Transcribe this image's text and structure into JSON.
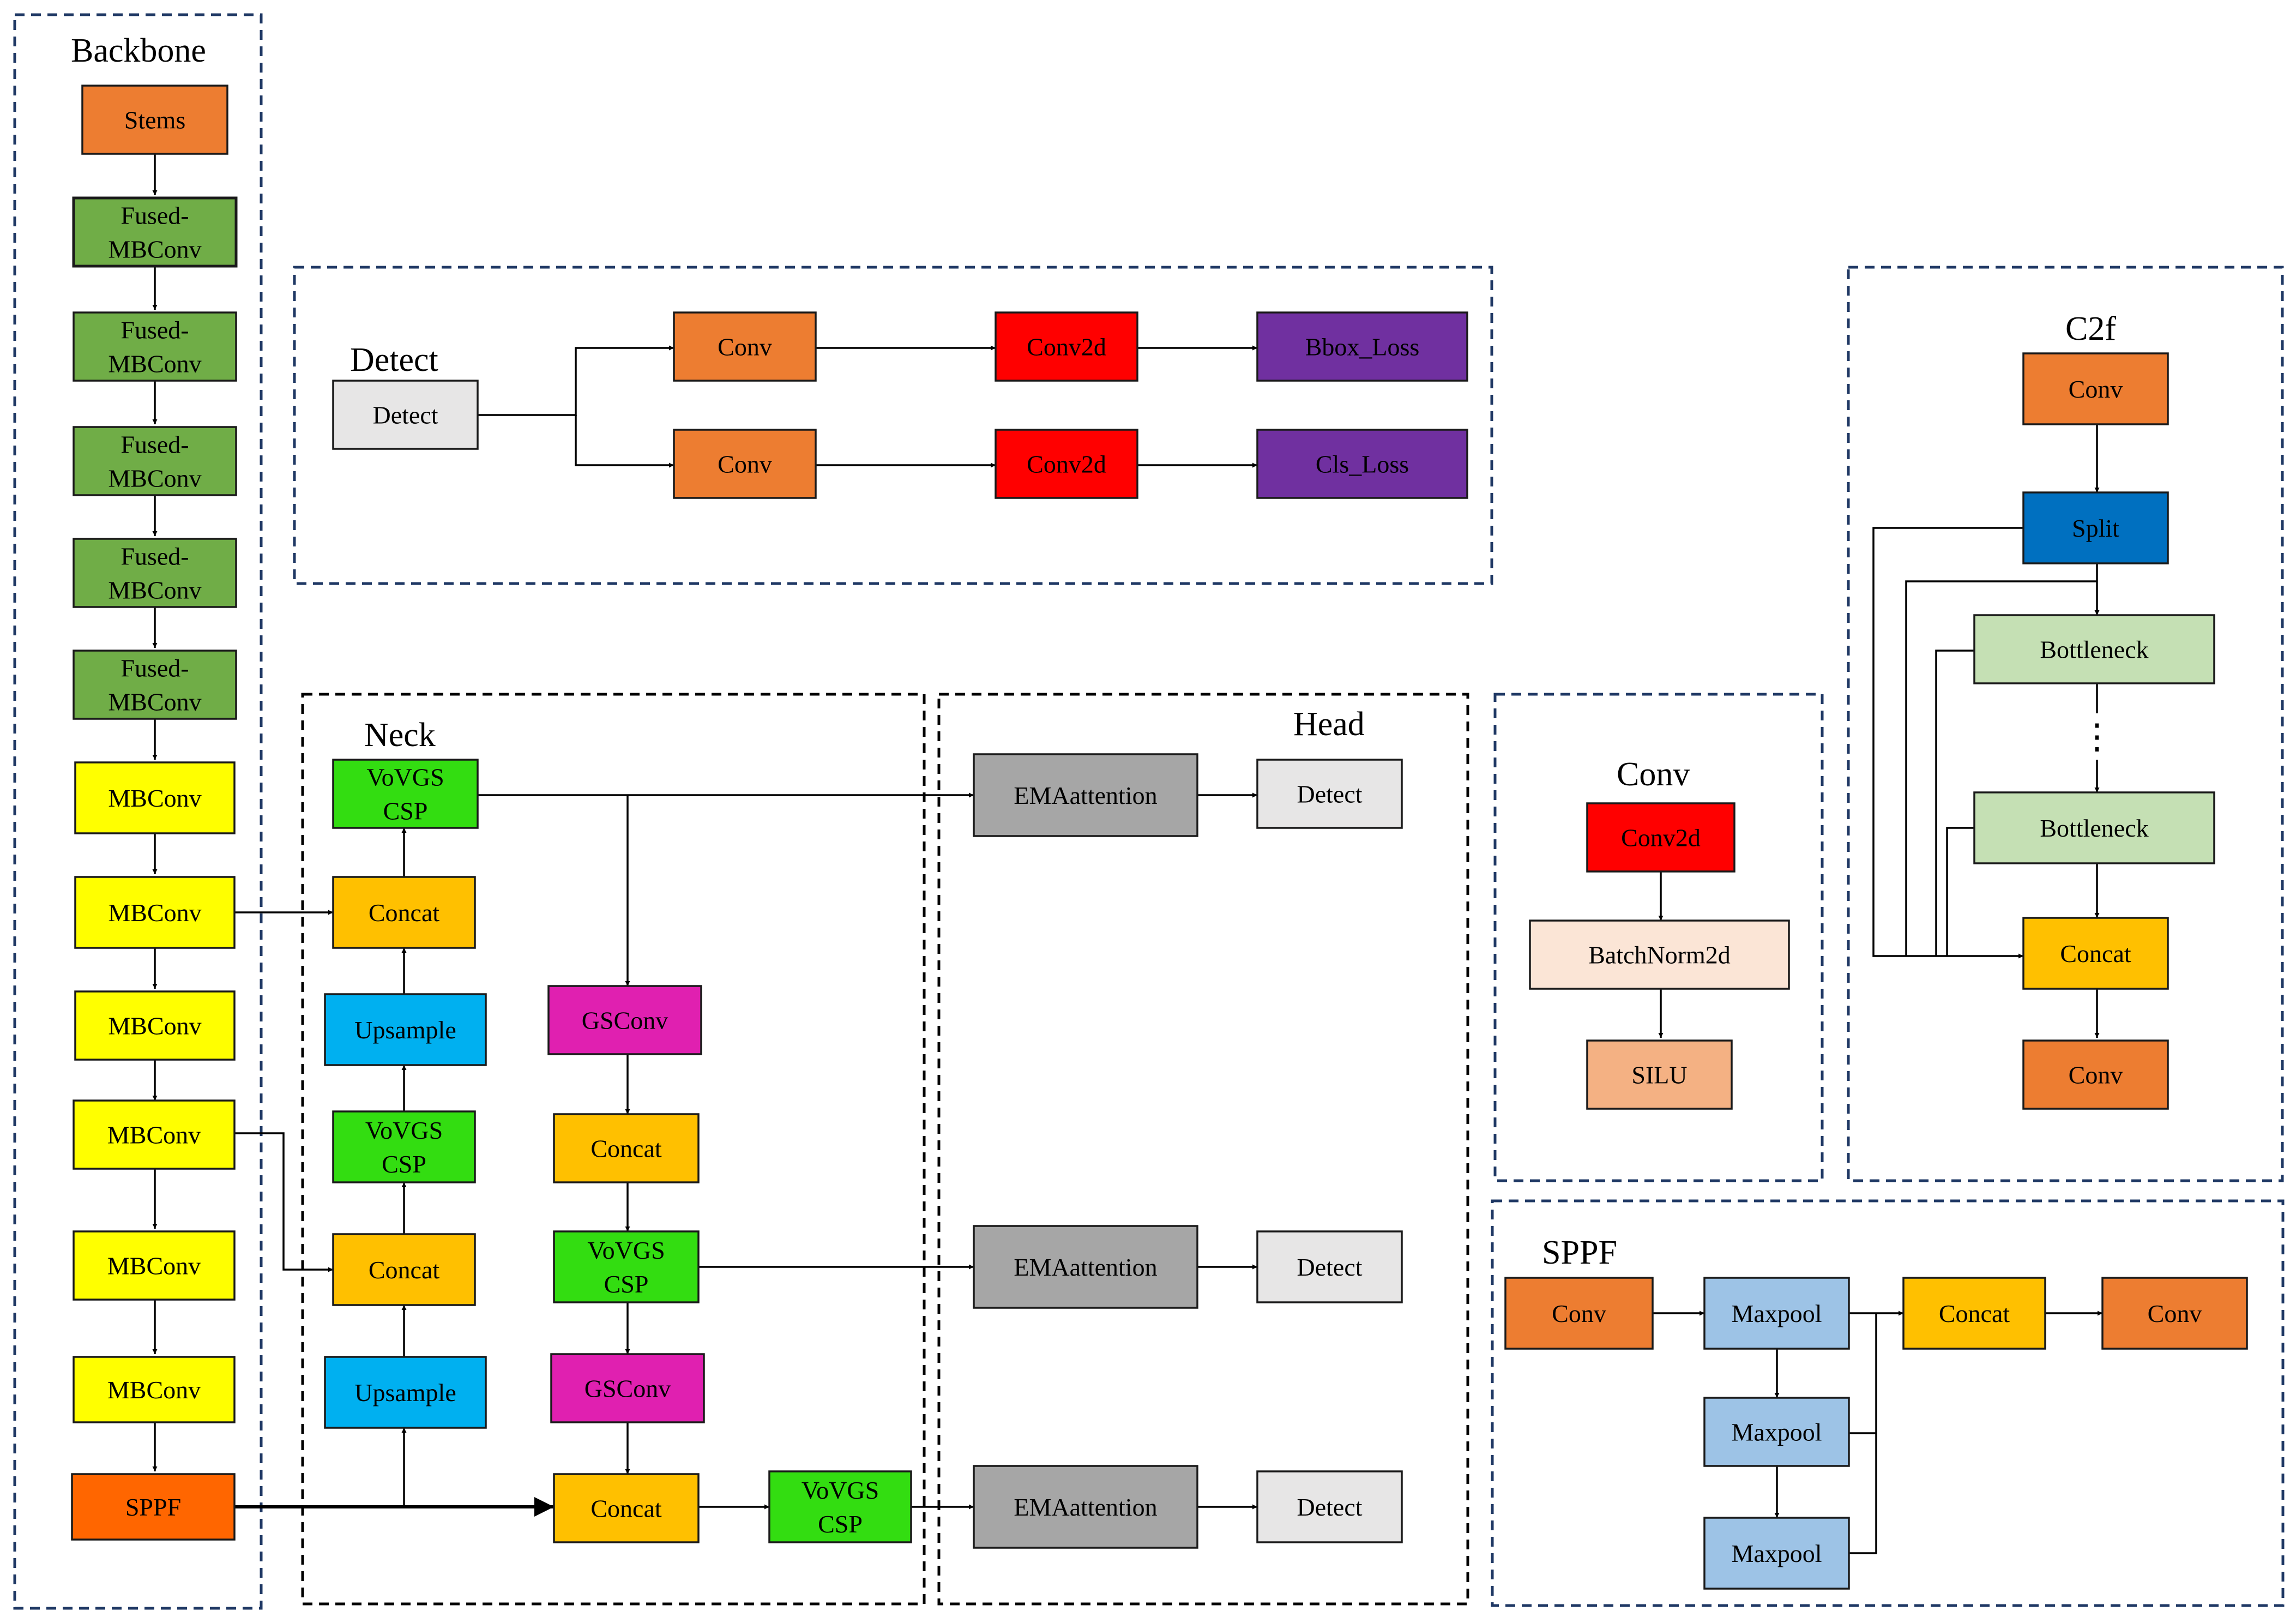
{
  "colors": {
    "orange": "#ED7D31",
    "green": "#70AD47",
    "yellow": "#FFFF00",
    "red_orange": "#FF6600",
    "bright_green": "#33DD11",
    "gold": "#FFC000",
    "sky_blue": "#00B0F0",
    "magenta": "#E020B0",
    "gray": "#A6A6A6",
    "light_gray": "#E7E6E6",
    "red": "#FF0000",
    "purple": "#7030A0",
    "blue": "#0070C0",
    "light_green": "#C5E0B4",
    "peach": "#FBE5D6",
    "salmon": "#F4B183",
    "light_blue": "#9DC3E6"
  },
  "sections": {
    "backbone": "Backbone",
    "detect": "Detect",
    "c2f": "C2f",
    "neck": "Neck",
    "head": "Head",
    "conv": "Conv",
    "sppf": "SPPF"
  },
  "backbone": {
    "stems": "Stems",
    "fused": [
      "Fused-\nMBConv",
      "Fused-\nMBConv",
      "Fused-\nMBConv",
      "Fused-\nMBConv",
      "Fused-\nMBConv"
    ],
    "mbconv": [
      "MBConv",
      "MBConv",
      "MBConv",
      "MBConv",
      "MBConv",
      "MBConv"
    ],
    "sppf": "SPPF"
  },
  "detect_module": {
    "input": "Detect",
    "conv_top": "Conv",
    "conv_bottom": "Conv",
    "conv2d_top": "Conv2d",
    "conv2d_bottom": "Conv2d",
    "bbox_loss": "Bbox_Loss",
    "cls_loss": "Cls_Loss"
  },
  "neck": {
    "vovgscsp_top": "VoVGS\nCSP",
    "concat_1": "Concat",
    "upsample_1": "Upsample",
    "vovgscsp_2": "VoVGS\nCSP",
    "concat_2": "Concat",
    "upsample_2": "Upsample",
    "gsconv_1": "GSConv",
    "concat_3": "Concat",
    "vovgscsp_3": "VoVGS\nCSP",
    "gsconv_2": "GSConv",
    "concat_4": "Concat",
    "vovgscsp_4": "VoVGS\nCSP"
  },
  "head": {
    "ema": [
      "EMAattention",
      "EMAattention",
      "EMAattention"
    ],
    "detect": [
      "Detect",
      "Detect",
      "Detect"
    ]
  },
  "conv_module": {
    "conv2d": "Conv2d",
    "batchnorm": "BatchNorm2d",
    "silu": "SILU"
  },
  "c2f_module": {
    "conv_top": "Conv",
    "split": "Split",
    "bottleneck_1": "Bottleneck",
    "ellipsis": "⋮",
    "bottleneck_2": "Bottleneck",
    "concat": "Concat",
    "conv_bottom": "Conv"
  },
  "sppf_module": {
    "conv_in": "Conv",
    "maxpool_1": "Maxpool",
    "maxpool_2": "Maxpool",
    "maxpool_3": "Maxpool",
    "concat": "Concat",
    "conv_out": "Conv"
  }
}
